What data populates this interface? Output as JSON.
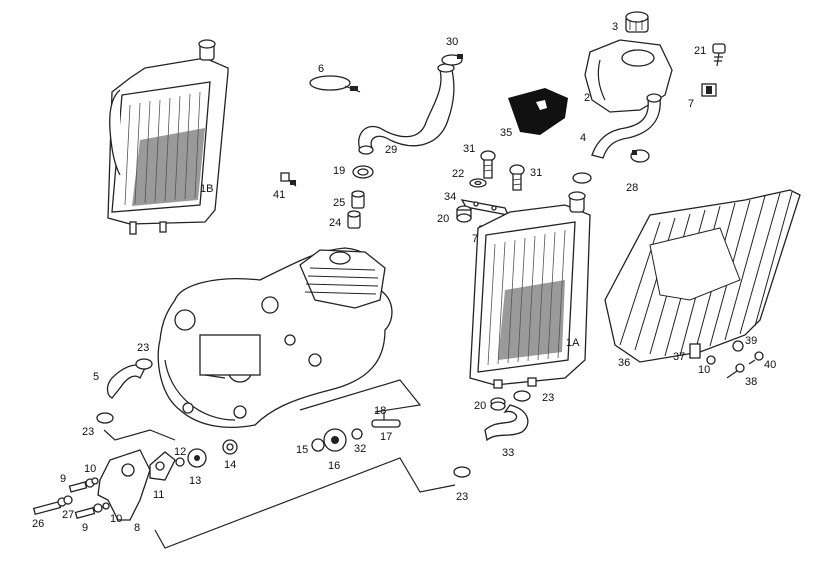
{
  "diagram": {
    "labels": [
      {
        "id": "p3",
        "text": "3"
      },
      {
        "id": "p30",
        "text": "30"
      },
      {
        "id": "p21",
        "text": "21"
      },
      {
        "id": "p6",
        "text": "6"
      },
      {
        "id": "p2",
        "text": "2"
      },
      {
        "id": "p7a",
        "text": "7"
      },
      {
        "id": "p35",
        "text": "35"
      },
      {
        "id": "p4",
        "text": "4"
      },
      {
        "id": "p29",
        "text": "29"
      },
      {
        "id": "p31a",
        "text": "31"
      },
      {
        "id": "p31b",
        "text": "31"
      },
      {
        "id": "p22",
        "text": "22"
      },
      {
        "id": "p28",
        "text": "28"
      },
      {
        "id": "p19",
        "text": "19"
      },
      {
        "id": "p1B",
        "text": "1B"
      },
      {
        "id": "p41",
        "text": "41"
      },
      {
        "id": "p34",
        "text": "34"
      },
      {
        "id": "p25",
        "text": "25"
      },
      {
        "id": "p20a",
        "text": "20"
      },
      {
        "id": "p24",
        "text": "24"
      },
      {
        "id": "p7b",
        "text": "7"
      },
      {
        "id": "p1A",
        "text": "1A"
      },
      {
        "id": "p39",
        "text": "39"
      },
      {
        "id": "p23a",
        "text": "23"
      },
      {
        "id": "p37",
        "text": "37"
      },
      {
        "id": "p36",
        "text": "36"
      },
      {
        "id": "p40",
        "text": "40"
      },
      {
        "id": "p5",
        "text": "5"
      },
      {
        "id": "p10a",
        "text": "10"
      },
      {
        "id": "p38",
        "text": "38"
      },
      {
        "id": "p20b",
        "text": "20"
      },
      {
        "id": "p23b",
        "text": "23"
      },
      {
        "id": "p18",
        "text": "18"
      },
      {
        "id": "p23c",
        "text": "23"
      },
      {
        "id": "p17",
        "text": "17"
      },
      {
        "id": "p15",
        "text": "15"
      },
      {
        "id": "p32",
        "text": "32"
      },
      {
        "id": "p12",
        "text": "12"
      },
      {
        "id": "p16",
        "text": "16"
      },
      {
        "id": "p33",
        "text": "33"
      },
      {
        "id": "p10b",
        "text": "10"
      },
      {
        "id": "p13",
        "text": "13"
      },
      {
        "id": "p14",
        "text": "14"
      },
      {
        "id": "p9a",
        "text": "9"
      },
      {
        "id": "p11",
        "text": "11"
      },
      {
        "id": "p23d",
        "text": "23"
      },
      {
        "id": "p27",
        "text": "27"
      },
      {
        "id": "p26",
        "text": "26"
      },
      {
        "id": "p9b",
        "text": "9"
      },
      {
        "id": "p10c",
        "text": "10"
      },
      {
        "id": "p8",
        "text": "8"
      }
    ]
  }
}
